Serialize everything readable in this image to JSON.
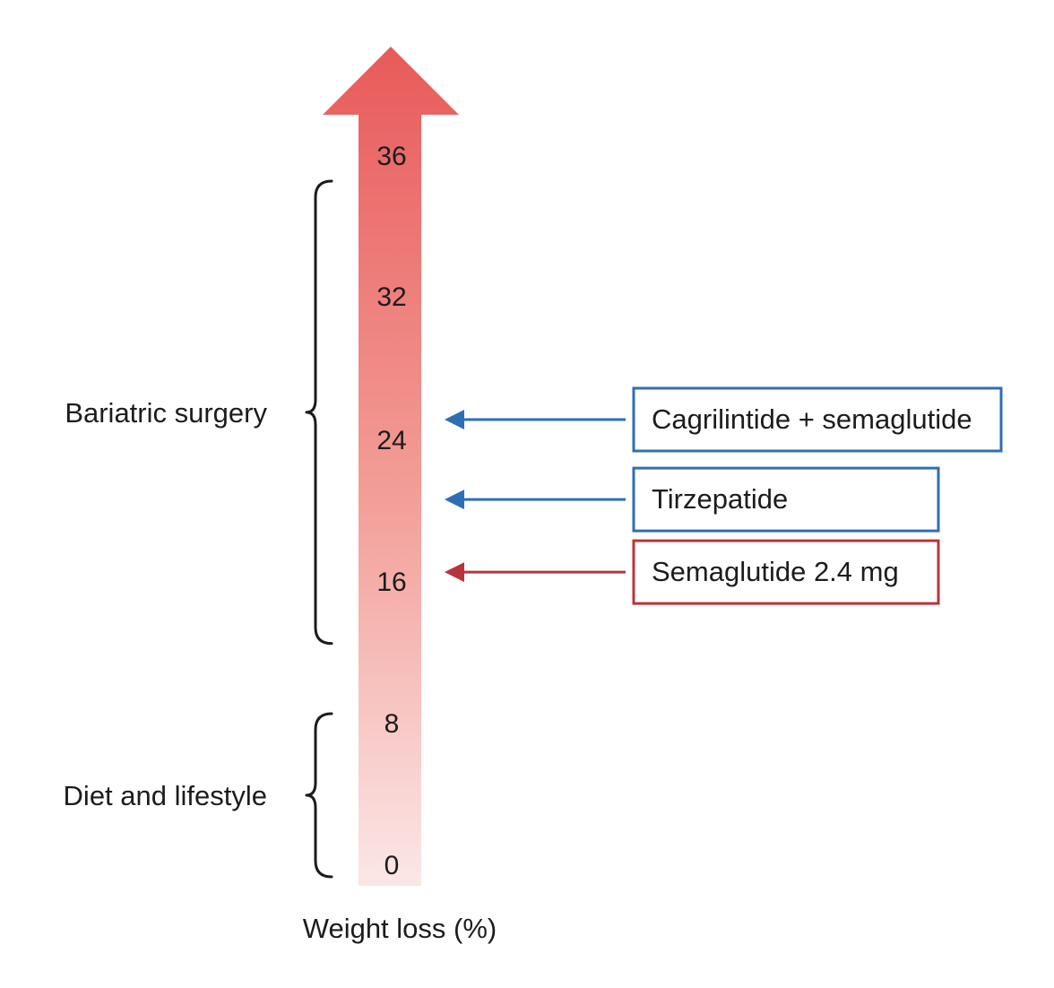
{
  "axis": {
    "label": "Weight loss (%)",
    "ticks": [
      0,
      8,
      16,
      24,
      32,
      36
    ]
  },
  "groups": [
    {
      "label": "Bariatric surgery",
      "range": [
        15,
        39
      ]
    },
    {
      "label": "Diet and lifestyle",
      "range": [
        0,
        8
      ]
    }
  ],
  "treatments": [
    {
      "label": "Cagrilintide + semaglutide",
      "value": 25,
      "color": "#2f6eb5"
    },
    {
      "label": "Tirzepatide",
      "value": 20.5,
      "color": "#2f6eb5"
    },
    {
      "label": "Semaglutide 2.4 mg",
      "value": 16.4,
      "color": "#b8343a"
    }
  ],
  "colors": {
    "arrow_top": "#e85a5a",
    "arrow_bottom": "#fbe7e7",
    "text": "#1c1c1c"
  }
}
